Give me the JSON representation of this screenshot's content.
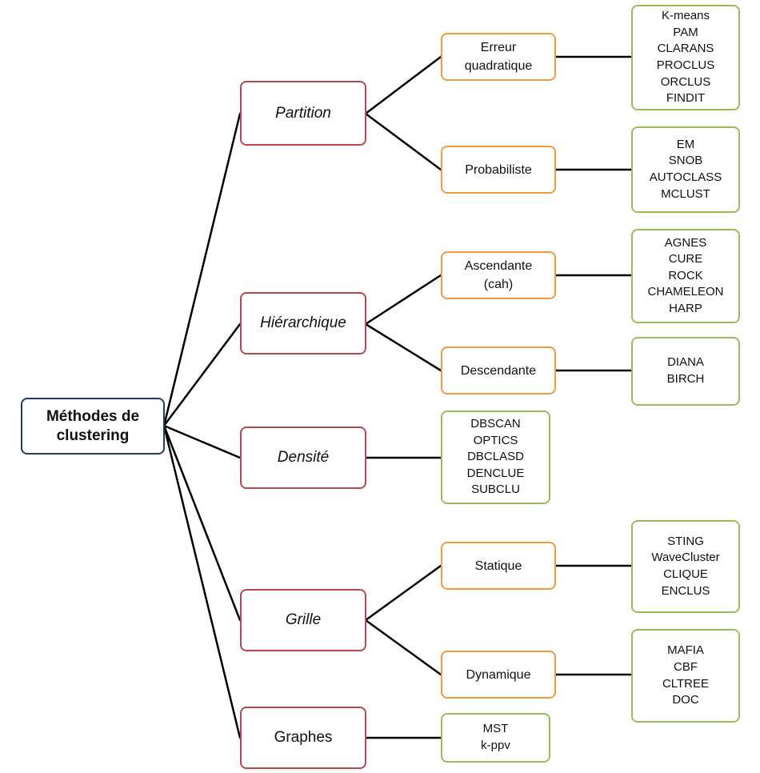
{
  "colors": {
    "root": "#1f3a63",
    "category": "#b8484c",
    "subcategory": "#f3993f",
    "algorithms": "#9bbb59",
    "lines": "#000000"
  },
  "root": {
    "lines": [
      "Méthodes de",
      "clustering"
    ]
  },
  "categories": [
    {
      "label": "Partition",
      "italic": true
    },
    {
      "label": "Hiérarchique",
      "italic": true
    },
    {
      "label": "Densité",
      "italic": true
    },
    {
      "label": "Grille",
      "italic": true
    },
    {
      "label": "Graphes",
      "italic": false
    }
  ],
  "subcategories": [
    {
      "lines": [
        "Erreur",
        "quadratique"
      ]
    },
    {
      "lines": [
        "Probabiliste"
      ]
    },
    {
      "lines": [
        "Ascendante",
        "(cah)"
      ]
    },
    {
      "lines": [
        "Descendante"
      ]
    },
    {
      "lines": [
        "Statique"
      ]
    },
    {
      "lines": [
        "Dynamique"
      ]
    }
  ],
  "algorithm_lists": [
    {
      "items": [
        "K-means",
        "PAM",
        "CLARANS",
        "PROCLUS",
        "ORCLUS",
        "FINDIT"
      ]
    },
    {
      "items": [
        "EM",
        "SNOB",
        "AUTOCLASS",
        "MCLUST"
      ]
    },
    {
      "items": [
        "AGNES",
        "CURE",
        "ROCK",
        "CHAMELEON",
        "HARP"
      ]
    },
    {
      "items": [
        "DIANA",
        "BIRCH"
      ]
    },
    {
      "items": [
        "DBSCAN",
        "OPTICS",
        "DBCLASD",
        "DENCLUE",
        "SUBCLU"
      ]
    },
    {
      "items": [
        "STING",
        "WaveCluster",
        "CLIQUE",
        "ENCLUS"
      ]
    },
    {
      "items": [
        "MAFIA",
        "CBF",
        "CLTREE",
        "DOC"
      ]
    },
    {
      "items": [
        "MST",
        "k-ppv"
      ]
    }
  ]
}
